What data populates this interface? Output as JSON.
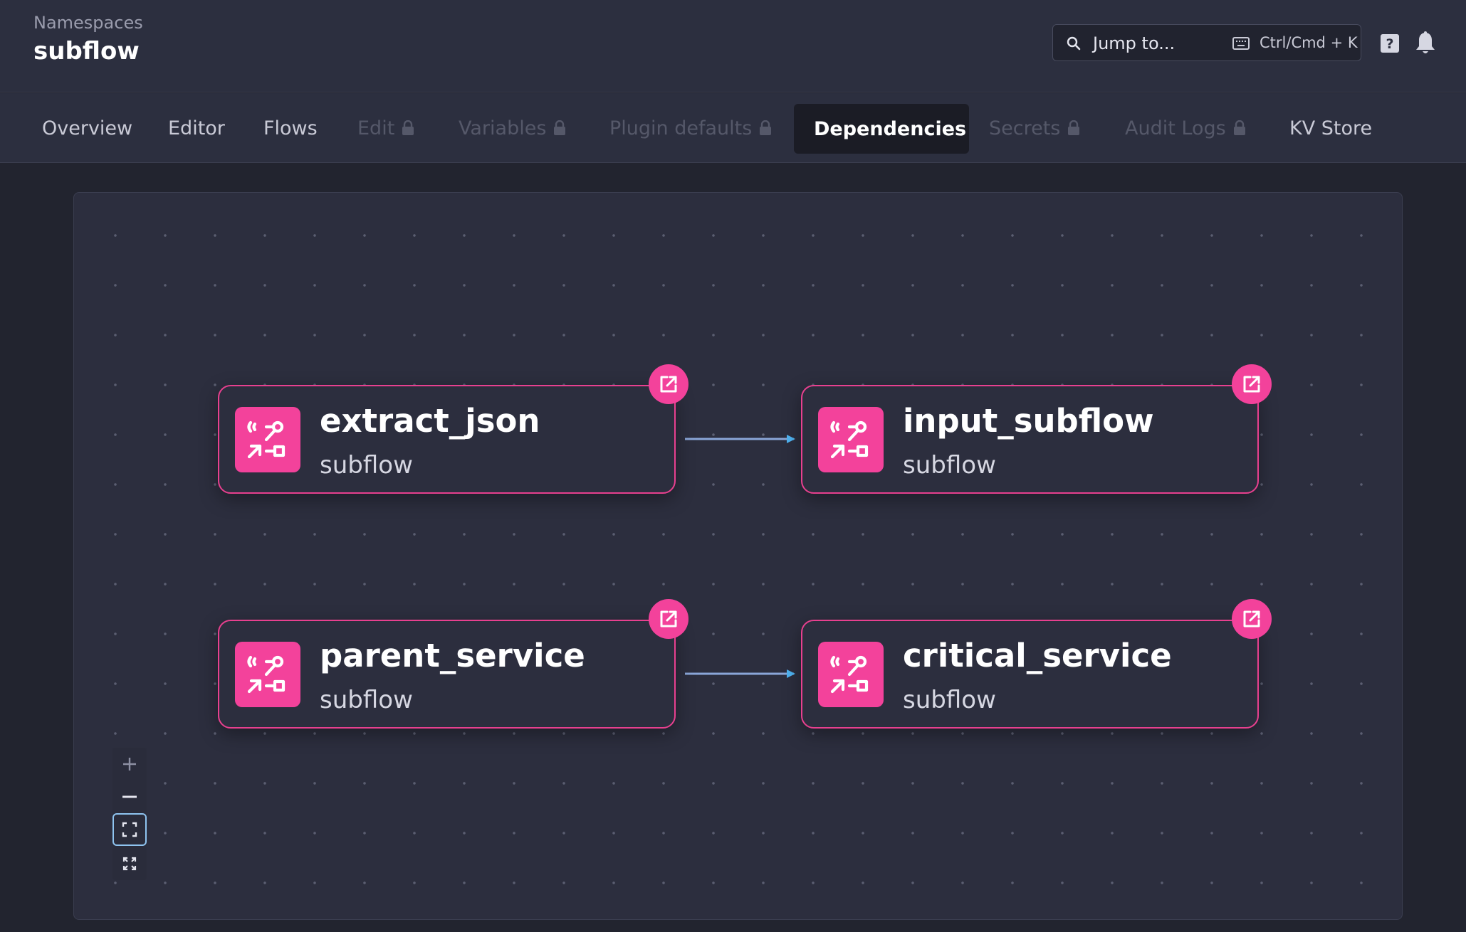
{
  "header": {
    "breadcrumb": "Namespaces",
    "title": "subflow",
    "search": {
      "label": "Jump to...",
      "shortcut": "Ctrl/Cmd + K"
    },
    "icons": [
      "search-icon",
      "keyboard-icon",
      "help-icon",
      "bell-icon"
    ]
  },
  "tabs": [
    {
      "label": "Overview",
      "disabled": false,
      "active": false
    },
    {
      "label": "Editor",
      "disabled": false,
      "active": false
    },
    {
      "label": "Flows",
      "disabled": false,
      "active": false
    },
    {
      "label": "Edit",
      "disabled": true,
      "active": false
    },
    {
      "label": "Variables",
      "disabled": true,
      "active": false
    },
    {
      "label": "Plugin defaults",
      "disabled": true,
      "active": false
    },
    {
      "label": "Dependencies",
      "disabled": false,
      "active": true
    },
    {
      "label": "Secrets",
      "disabled": true,
      "active": false
    },
    {
      "label": "Audit Logs",
      "disabled": true,
      "active": false
    },
    {
      "label": "KV Store",
      "disabled": false,
      "active": false
    }
  ],
  "graph": {
    "nodes": [
      {
        "name": "extract_json",
        "namespace": "subflow"
      },
      {
        "name": "input_subflow",
        "namespace": "subflow"
      },
      {
        "name": "parent_service",
        "namespace": "subflow"
      },
      {
        "name": "critical_service",
        "namespace": "subflow"
      }
    ],
    "edges": [
      {
        "from": "extract_json",
        "to": "input_subflow"
      },
      {
        "from": "parent_service",
        "to": "critical_service"
      }
    ]
  },
  "controls": [
    "zoom-in",
    "zoom-out",
    "fit-view",
    "fullscreen"
  ],
  "colors": {
    "accent": "#f3429b",
    "edge": "#4fb3f2",
    "background": "#22242f",
    "panel": "#2c2f3f"
  }
}
